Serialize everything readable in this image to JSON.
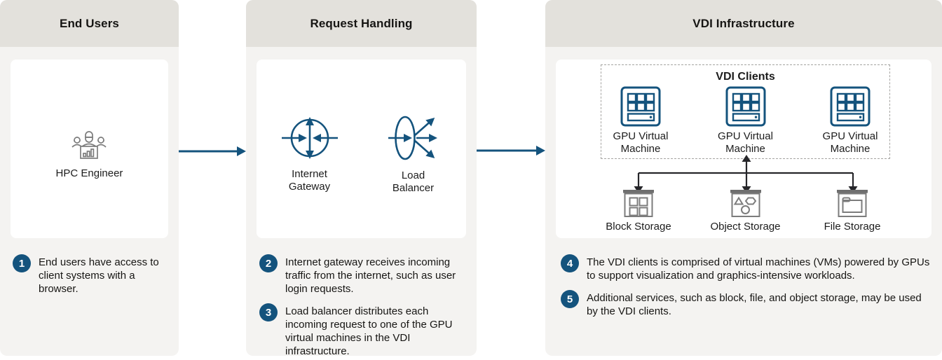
{
  "colors": {
    "accent_blue": "#14537d",
    "header_beige": "#e3e1dc",
    "column_gray": "#f4f3f1",
    "icon_gray": "#7c7c7c",
    "connector_black": "#26262a"
  },
  "columns": [
    {
      "header": "End Users",
      "card": {
        "items": [
          {
            "icon": "hpc-engineer-icon",
            "label": "HPC Engineer"
          }
        ]
      },
      "notes": [
        {
          "num": "1",
          "text": "End users have access to client systems with a browser."
        }
      ]
    },
    {
      "header": "Request Handling",
      "card": {
        "items": [
          {
            "icon": "internet-gateway-icon",
            "label": "Internet Gateway"
          },
          {
            "icon": "load-balancer-icon",
            "label": "Load Balancer"
          }
        ]
      },
      "notes": [
        {
          "num": "2",
          "text": "Internet gateway receives incoming traffic from the internet, such as user login requests."
        },
        {
          "num": "3",
          "text": "Load balancer distributes each incoming request to one of the GPU virtual machines in the VDI infrastructure."
        }
      ]
    },
    {
      "header": "VDI Infrastructure",
      "vdi_clients": {
        "title": "VDI Clients",
        "vms": [
          {
            "icon": "gpu-vm-icon",
            "label": "GPU Virtual Machine"
          },
          {
            "icon": "gpu-vm-icon",
            "label": "GPU Virtual Machine"
          },
          {
            "icon": "gpu-vm-icon",
            "label": "GPU Virtual Machine"
          }
        ]
      },
      "storage": [
        {
          "icon": "block-storage-icon",
          "label": "Block Storage"
        },
        {
          "icon": "object-storage-icon",
          "label": "Object Storage"
        },
        {
          "icon": "file-storage-icon",
          "label": "File Storage"
        }
      ],
      "notes": [
        {
          "num": "4",
          "text": "The VDI clients is comprised of virtual machines (VMs) powered by GPUs to support visualization and graphics-intensive workloads."
        },
        {
          "num": "5",
          "text": "Additional services, such as block, file, and object storage, may be used by the VDI clients."
        }
      ]
    }
  ]
}
